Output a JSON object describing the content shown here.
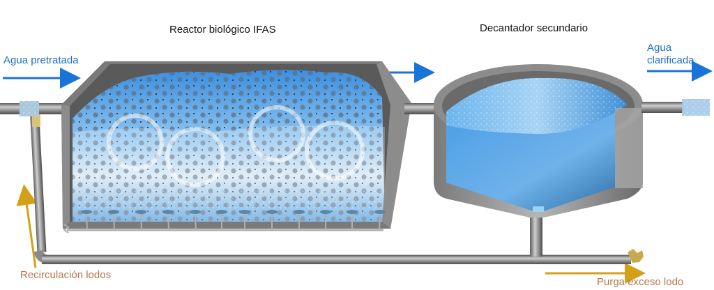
{
  "diagram": {
    "titles": {
      "reactor": "Reactor biológico IFAS",
      "settler": "Decantador secundario"
    },
    "flows": {
      "inlet": "Agua pretratada",
      "outlet_line1": "Agua",
      "outlet_line2": "clarificada",
      "recirculation": "Recirculación lodos",
      "purge": "Purga exceso lodo"
    },
    "colors": {
      "water_flow_arrow": "#1a73d6",
      "sludge_flow_arrow": "#d4a017",
      "sludge_label": "#b9754a",
      "water_label": "#1f6fc4",
      "pipe": "#8a8a8a",
      "tank_wall": "#6e6e6e",
      "water": "#5aa6e6"
    },
    "components": [
      "reactor-tank",
      "diffusers",
      "biofilm-carriers",
      "connecting-pipe",
      "settler-tank",
      "sludge-outlet",
      "recirculation-pipe",
      "purge-pipe"
    ],
    "diffuser_count": 12
  }
}
